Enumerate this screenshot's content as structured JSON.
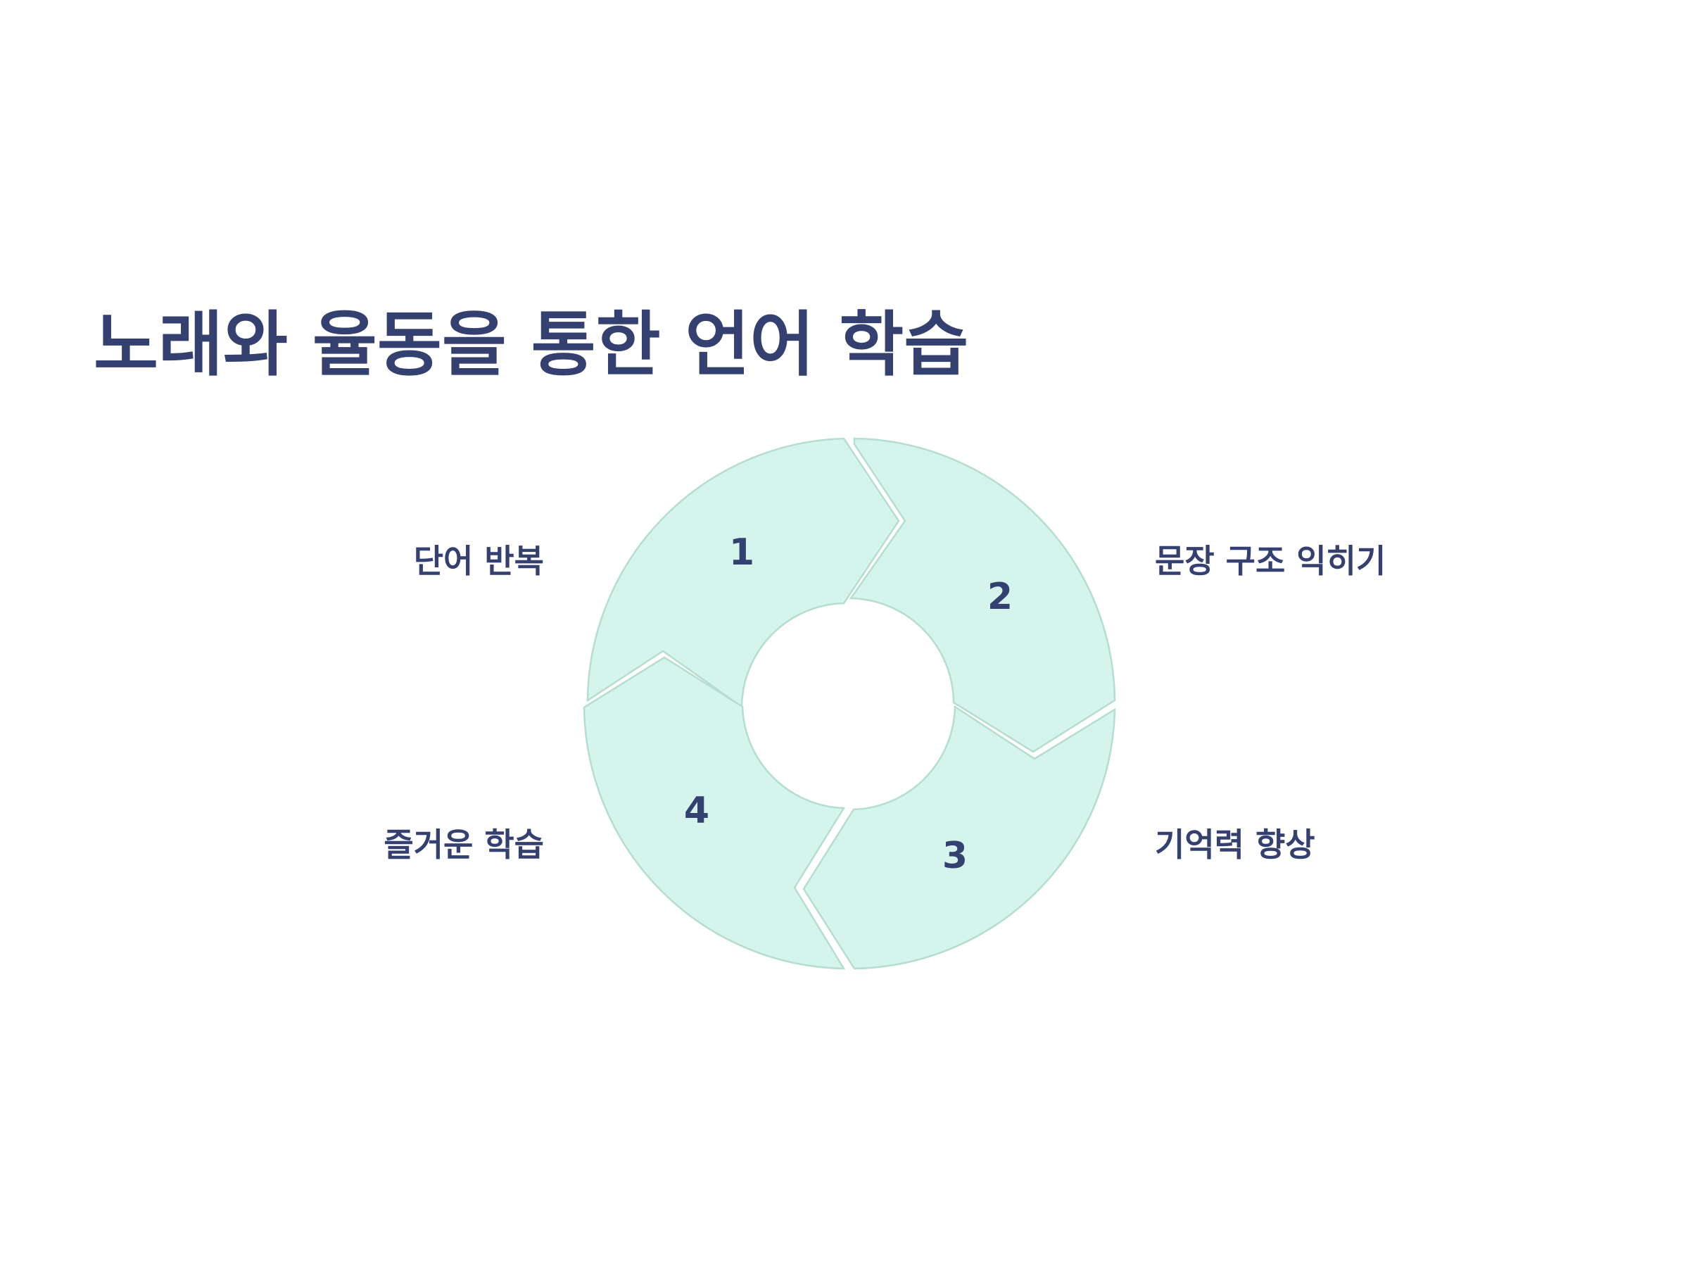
{
  "title": "노래와 율동을 통한 언어 학습",
  "colors": {
    "title": "#34406f",
    "segment_fill": "#d5f5ec",
    "segment_stroke": "#b5ddd1",
    "background": "#ffffff"
  },
  "cycle": {
    "segments": [
      {
        "number": "1",
        "label": "단어 반복"
      },
      {
        "number": "2",
        "label": "문장 구조 익히기"
      },
      {
        "number": "3",
        "label": "기억력 향상"
      },
      {
        "number": "4",
        "label": "즐거운 학습"
      }
    ]
  }
}
